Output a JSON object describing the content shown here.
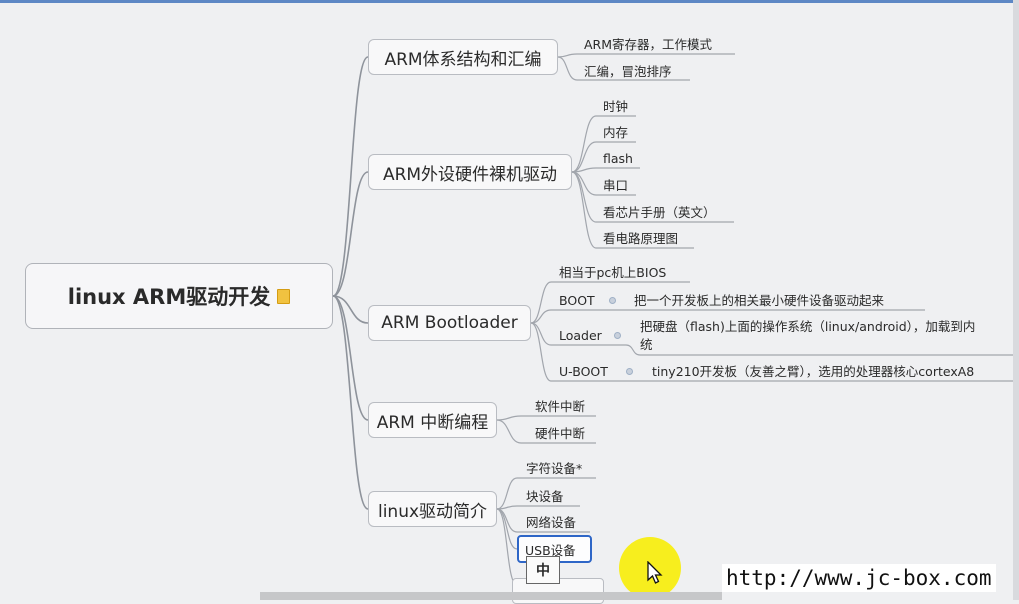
{
  "root": {
    "label": "linux ARM驱动开发",
    "icon": "note-icon"
  },
  "branches": [
    {
      "label": "ARM体系结构和汇编",
      "children": [
        "ARM寄存器，工作模式",
        "汇编，冒泡排序"
      ]
    },
    {
      "label": "ARM外设硬件裸机驱动",
      "children": [
        "时钟",
        "内存",
        "flash",
        "串口",
        "看芯片手册（英文）",
        "看电路原理图"
      ]
    },
    {
      "label": "ARM Bootloader",
      "children": [
        {
          "label": "相当于pc机上BIOS"
        },
        {
          "label": "BOOT",
          "detail": "把一个开发板上的相关最小硬件设备驱动起来"
        },
        {
          "label": "Loader",
          "detail_line1": "把硬盘（flash)上面的操作系统（linux/android），加载到内",
          "detail_line2": "统"
        },
        {
          "label": "U-BOOT",
          "detail": "tiny210开发板（友善之臂），选用的处理器核心cortexA8"
        }
      ]
    },
    {
      "label": "ARM 中断编程",
      "children": [
        "软件中断",
        "硬件中断"
      ]
    },
    {
      "label": "linux驱动简介",
      "children": [
        "字符设备*",
        "块设备",
        "网络设备",
        "USB设备"
      ]
    }
  ],
  "ime_indicator": "中",
  "watermark": "http://www.jc-box.com"
}
